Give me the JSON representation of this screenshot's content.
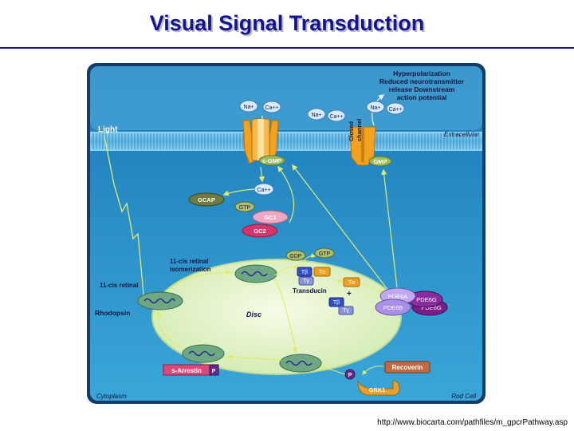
{
  "title": "Visual Signal Transduction",
  "source": "http://www.biocarta.com/pathfiles/m_gpcrPathway.asp",
  "diagram": {
    "outcome": [
      "Hyperpolarization",
      "Reduced neurotransmitter",
      "release Downstream",
      "action potential"
    ],
    "light": "Light",
    "extracellular": "Extracellular",
    "cytoplasm": "Cytoplasm",
    "rod_cell": "Rod Cell",
    "disc": "Disc",
    "na": "Na+",
    "ca": "Ca++",
    "closed_channel": [
      "Closed",
      "channel"
    ],
    "cgmp": "c-GMP",
    "gmp": "GMP",
    "gcap": "GCAP",
    "gtp": "GTP",
    "gdp": "GDP",
    "gc1": "GC1",
    "gc2": "GC2",
    "isomerization": [
      "11-cis retinal",
      "isomerization"
    ],
    "cis_retinal": "11-cis retinal",
    "rhodopsin": "Rhodopsin",
    "t_beta": "Tβ",
    "t_alpha": "Tα",
    "t_gamma": "Tγ",
    "plus": "+",
    "transducin": "Transducin",
    "pde6a": "PDE6A",
    "pde6b": "PDE6B",
    "pde6g": "PDE6G",
    "s_arrestin": "s-Arrestin",
    "p": "P",
    "recoverin": "Recoverin",
    "grk1": "GRK1"
  },
  "colors": {
    "title": "#14148c",
    "ocean": "#2a90c8",
    "membrane": "#6fc3ef",
    "disc": "#e6f4c8",
    "channel": "#f0a020",
    "arrow": "#d8e86a"
  }
}
